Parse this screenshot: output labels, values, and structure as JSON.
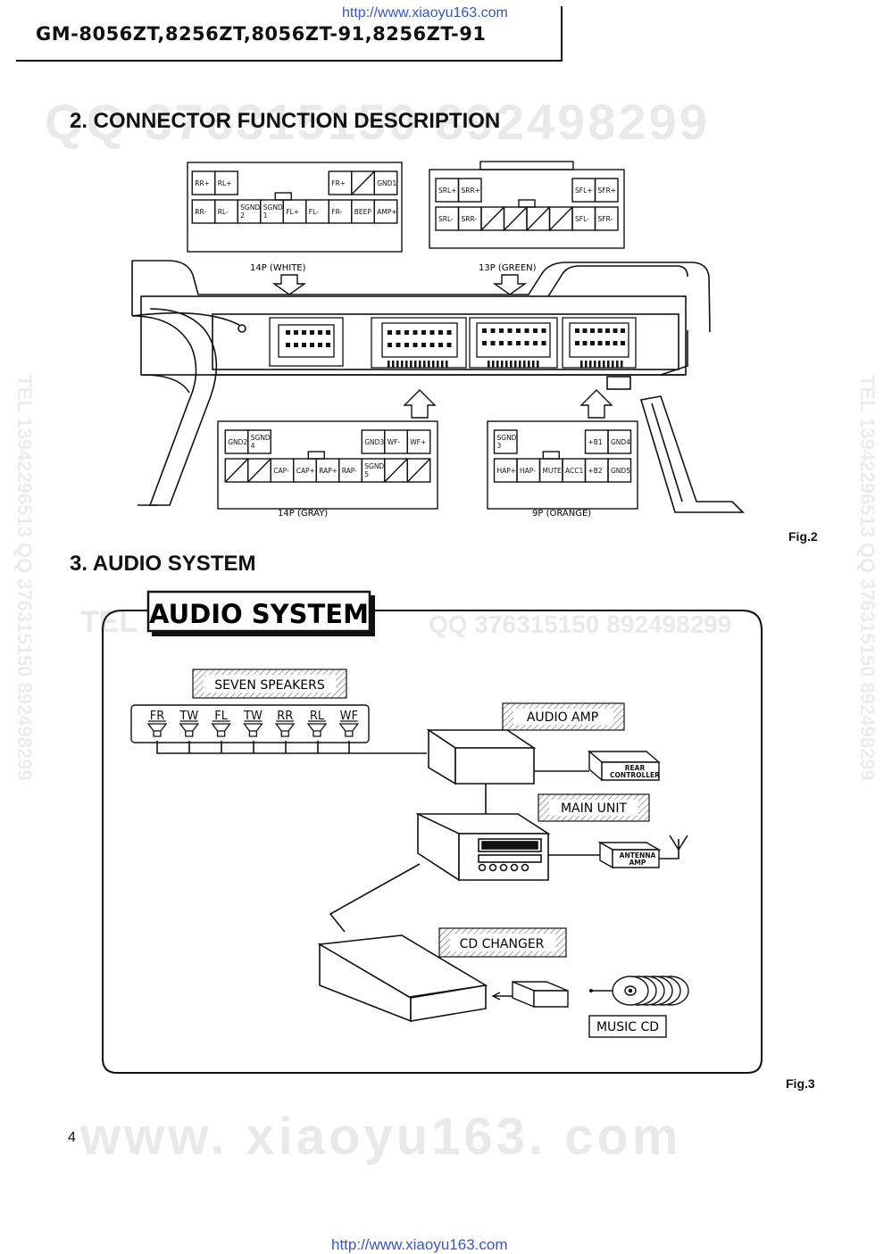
{
  "header": {
    "url_top": "http://www.xiaoyu163.com",
    "model_line": "GM-8056ZT,8256ZT,8056ZT-91,8256ZT-91",
    "url_bottom": "http://www.xiaoyu163.com",
    "page_number": "4"
  },
  "watermarks": {
    "qq_top": "QQ 376315150 892498299",
    "tel_left": "TEL",
    "qq_mid": "QQ 376315150 892498299",
    "site": "www. xiaoyu163. com",
    "side_left": "TEL 13942296513 QQ 376315150 892498299",
    "side_right": "TEL 13942296513 QQ 376315150 892498299"
  },
  "section2": {
    "title": "2. CONNECTOR FUNCTION DESCRIPTION",
    "figure_label": "Fig.2",
    "connectors": {
      "white": {
        "caption": "14P (WHITE)",
        "top_row": [
          "RR+",
          "RL+",
          "",
          "",
          "",
          "",
          "FR+",
          "",
          "GND1"
        ],
        "bottom_row": [
          "RR-",
          "RL-",
          "SGND 2",
          "SGND 1",
          "FL+",
          "FL-",
          "FR-",
          "BEEP",
          "AMP+"
        ]
      },
      "green": {
        "caption": "13P (GREEN)",
        "top_row": [
          "SRL+",
          "SRR+",
          "",
          "",
          "",
          "",
          "SFL+",
          "SFR+"
        ],
        "bottom_row": [
          "SRL-",
          "SRR-",
          "",
          "",
          "",
          "",
          "SFL-",
          "SFR-"
        ]
      },
      "gray": {
        "caption": "14P (GRAY)",
        "top_row": [
          "GND2",
          "SGND 4",
          "",
          "",
          "",
          "",
          "GND3",
          "WF-",
          "WF+"
        ],
        "bottom_row": [
          "",
          "",
          "CAP-",
          "CAP+",
          "RAP+",
          "RAP-",
          "SGND 5",
          "",
          ""
        ]
      },
      "orange": {
        "caption": "9P (ORANGE)",
        "top_row": [
          "SGND 3",
          "",
          "",
          "",
          "+B1",
          "GND4"
        ],
        "bottom_row": [
          "HAP+",
          "HAP-",
          "MUTE",
          "ACC1",
          "+B2",
          "GND5"
        ]
      }
    }
  },
  "section3": {
    "title": "3. AUDIO SYSTEM",
    "figure_label": "Fig.3",
    "banner": "AUDIO SYSTEM",
    "seven_speakers_label": "SEVEN SPEAKERS",
    "speakers": [
      "FR",
      "TW",
      "FL",
      "TW",
      "RR",
      "RL",
      "WF"
    ],
    "audio_amp_label": "AUDIO AMP",
    "rear_controller_label": [
      "REAR",
      "CONTROLLER"
    ],
    "main_unit_label": "MAIN UNIT",
    "antenna_amp_label": [
      "ANTENNA",
      "AMP"
    ],
    "cd_changer_label": "CD CHANGER",
    "music_cd_label": "MUSIC CD"
  },
  "colors": {
    "ink": "#111111",
    "link": "#3a55c4",
    "watermark": "#e9e9e9"
  }
}
